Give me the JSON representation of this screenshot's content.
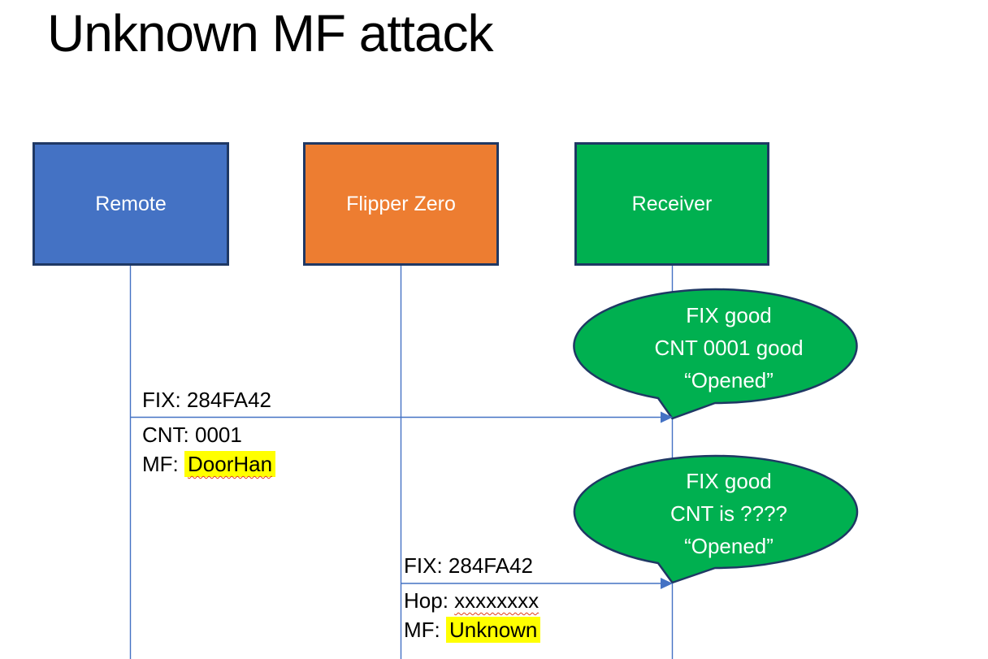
{
  "title": "Unknown MF attack",
  "actors": [
    {
      "name": "Remote",
      "fill": "#4472C4"
    },
    {
      "name": "Flipper Zero",
      "fill": "#ED7D31"
    },
    {
      "name": "Receiver",
      "fill": "#00B050"
    }
  ],
  "messages": [
    {
      "from": "Remote",
      "to": "Receiver",
      "line_above": "FIX: 284FA42",
      "line_below_1": "CNT: 0001",
      "line_below_2_prefix": "MF: ",
      "line_below_2_value": "DoorHan"
    },
    {
      "from": "Flipper Zero",
      "to": "Receiver",
      "line_above": "FIX: 284FA42",
      "line_below_1_prefix": "Hop: ",
      "line_below_1_value": "xxxxxxxx",
      "line_below_2_prefix": "MF: ",
      "line_below_2_value": "Unknown"
    }
  ],
  "callouts": [
    {
      "lines": [
        "FIX good",
        "CNT 0001 good",
        "“Opened”"
      ]
    },
    {
      "lines": [
        "FIX good",
        "CNT is ????",
        "“Opened”"
      ]
    }
  ],
  "colors": {
    "remote_fill": "#4472C4",
    "flipper_fill": "#ED7D31",
    "receiver_fill": "#00B050",
    "callout_fill": "#00B050",
    "shape_border": "#1F3864",
    "connector": "#4472C4",
    "highlight": "#FFFF00",
    "spellcheck_underline": "#E0401A",
    "actor_text": "#FFFFFF",
    "label_text": "#000000"
  }
}
